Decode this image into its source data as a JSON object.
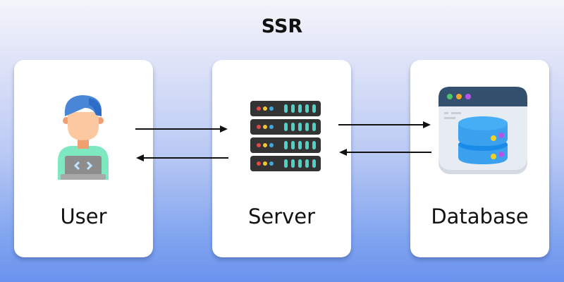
{
  "title": "SSR",
  "nodes": [
    {
      "id": "user",
      "label": "User",
      "icon": "developer-user-icon"
    },
    {
      "id": "server",
      "label": "Server",
      "icon": "server-rack-icon"
    },
    {
      "id": "database",
      "label": "Database",
      "icon": "database-window-icon"
    }
  ],
  "edges": [
    {
      "from": "user",
      "to": "server",
      "direction": "right"
    },
    {
      "from": "server",
      "to": "user",
      "direction": "left"
    },
    {
      "from": "server",
      "to": "database",
      "direction": "right"
    },
    {
      "from": "database",
      "to": "server",
      "direction": "left"
    }
  ],
  "colors": {
    "background_top": "#f4f5fb",
    "background_bottom": "#6b93ee",
    "card": "#ffffff",
    "arrow": "#111111"
  }
}
